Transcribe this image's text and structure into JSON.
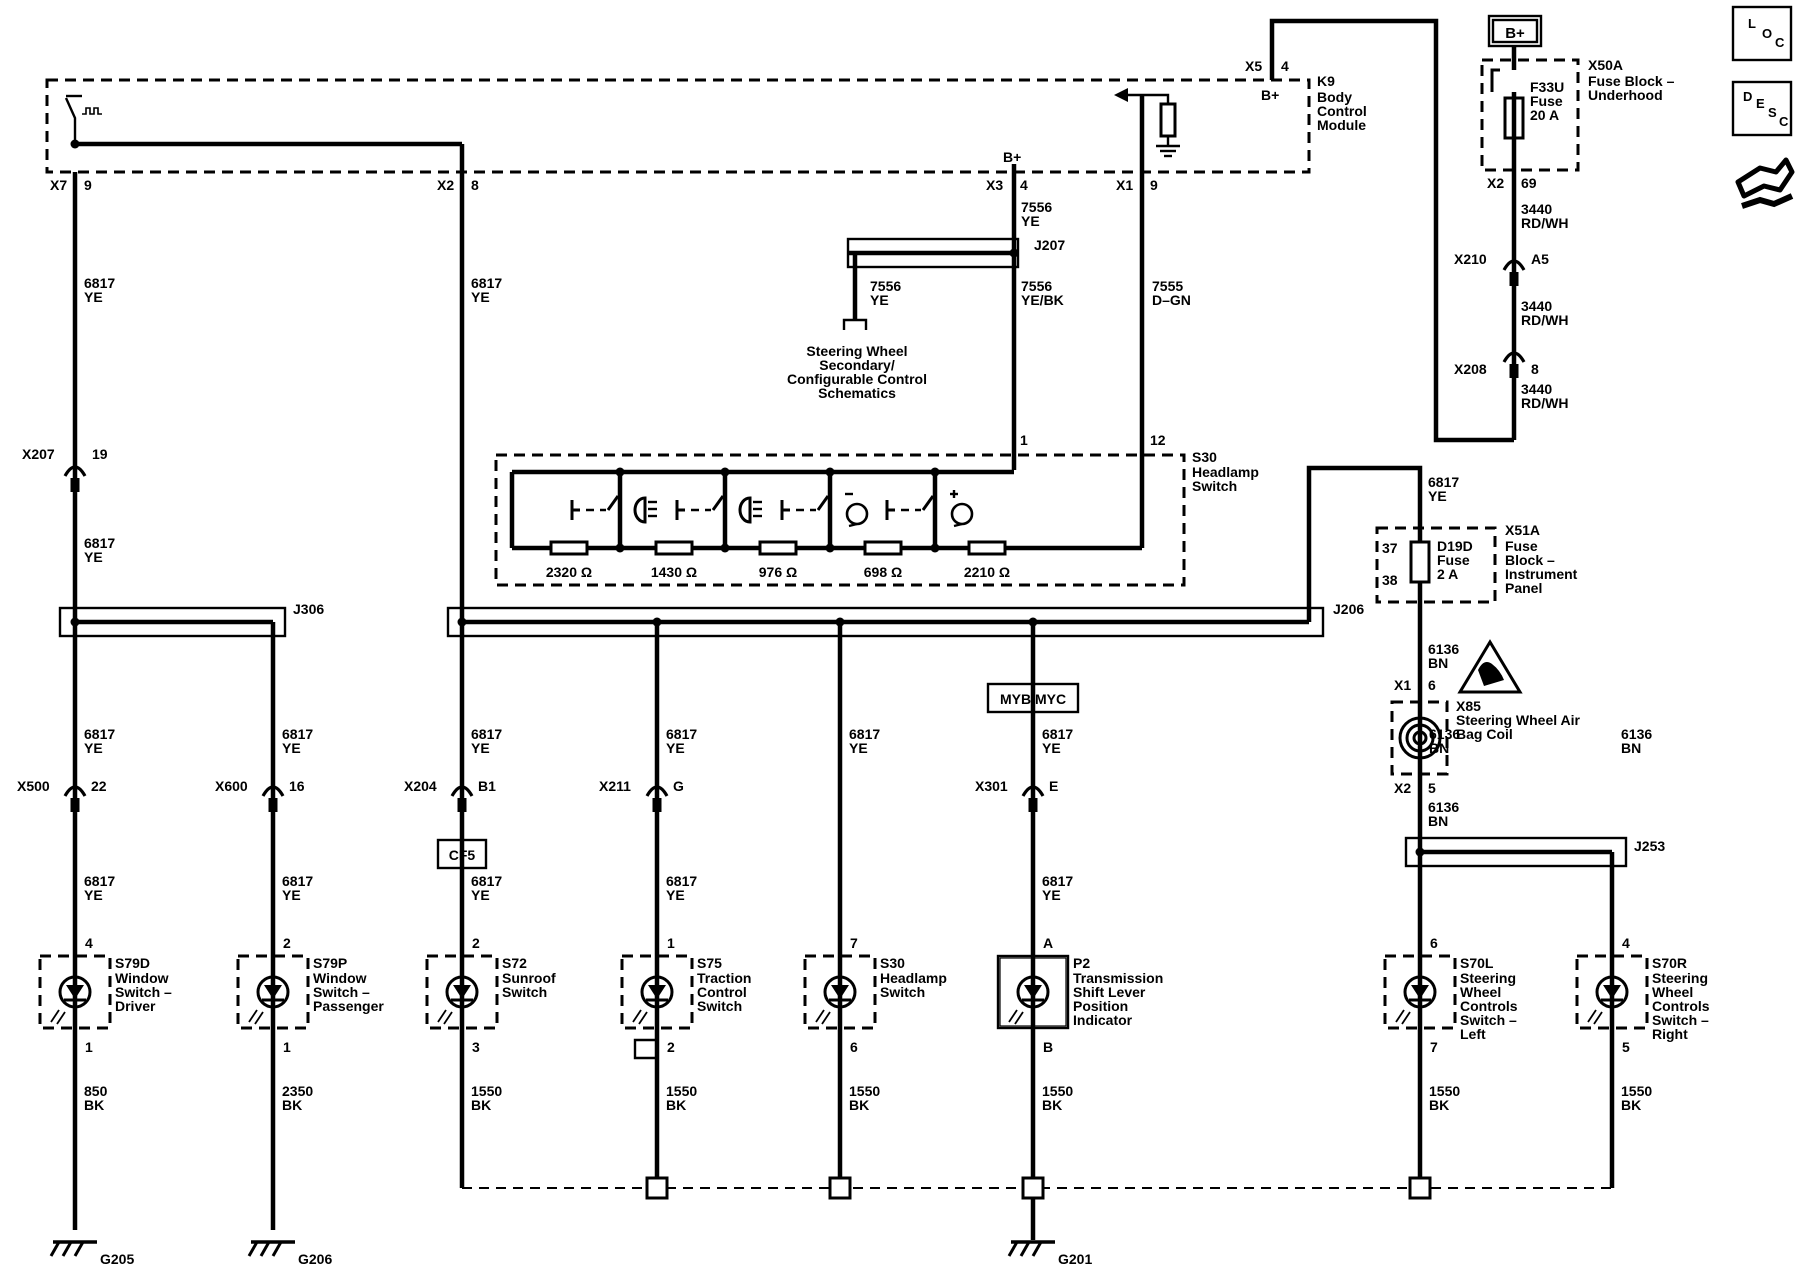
{
  "nav": {
    "loc": [
      "L",
      "O",
      "C"
    ],
    "desc": [
      "D",
      "E",
      "S",
      "C"
    ],
    "wiring_icon": "connector-icon"
  },
  "supply": {
    "bplus": "B+",
    "fuse_block": "X50A",
    "fuse_block_desc": [
      "Fuse Block –",
      "Underhood"
    ],
    "fuse": [
      "F33U",
      "Fuse",
      "20 A"
    ],
    "x2": "X2",
    "x2_pin": "69"
  },
  "module": {
    "ref": "K9",
    "name": [
      "Body",
      "Control",
      "Module"
    ],
    "x5": "X5",
    "x5_pin": "4",
    "bplus": "B+",
    "x7": "X7",
    "x7_pin": "9",
    "x2": "X2",
    "x2_pin": "8",
    "x3": "X3",
    "x3_pin": "4",
    "x3_bplus": "B+",
    "x1": "X1",
    "x1_pin": "9"
  },
  "j207": {
    "ref": "J207",
    "in_wire": [
      "7556",
      "YE"
    ],
    "branch_wire": [
      "7556",
      "YE"
    ],
    "out_wire": [
      "7556",
      "YE/BK"
    ],
    "target": [
      "Steering Wheel",
      "Secondary/",
      "Configurable Control",
      "Schematics"
    ]
  },
  "x1_wire": [
    "7555",
    "D–GN"
  ],
  "headlamp": {
    "ref": "S30",
    "name": [
      "Headlamp",
      "Switch"
    ],
    "pin1": "1",
    "pin12": "12",
    "resistors": [
      "2320 Ω",
      "1430 Ω",
      "976 Ω",
      "698 Ω",
      "2210 Ω"
    ]
  },
  "supply_wires": {
    "w1": [
      "3440",
      "RD/WH"
    ],
    "x210": "X210",
    "x210_pin": "A5",
    "w2": [
      "3440",
      "RD/WH"
    ],
    "x208": "X208",
    "x208_pin": "8",
    "w3": [
      "3440",
      "RD/WH"
    ]
  },
  "x51a": {
    "wire": [
      "6817",
      "YE"
    ],
    "ref": "X51A",
    "desc": [
      "Fuse",
      "Block –",
      "Instrument",
      "Panel"
    ],
    "pin37": "37",
    "pin38": "38",
    "fuse": [
      "D19D",
      "Fuse",
      "2 A"
    ]
  },
  "airbag": {
    "wire": [
      "6136",
      "BN"
    ],
    "x1": "X1",
    "x1_pin": "6",
    "ref": "X85",
    "desc": [
      "Steering Wheel Air",
      "Bag Coil"
    ],
    "x2": "X2",
    "x2_pin": "5",
    "wire_out": [
      "6136",
      "BN"
    ]
  },
  "splices": {
    "j306": "J306",
    "j206": "J206",
    "j253": "J253"
  },
  "left_wires": {
    "x7_wire": [
      "6817",
      "YE"
    ],
    "x207": "X207",
    "x207_pin": "19",
    "x207_wire": [
      "6817",
      "YE"
    ],
    "x2_wire": [
      "6817",
      "YE"
    ]
  },
  "option_label": "MYB/MYC",
  "cf5": "CF5",
  "columns": [
    {
      "wire_top": [
        "6817",
        "YE"
      ],
      "conn": "X500",
      "pin": "22",
      "wire_mid": [
        "6817",
        "YE"
      ],
      "pin_top": "4",
      "ref": "S79D",
      "desc": [
        "Window",
        "Switch –",
        "Driver"
      ],
      "pin_bot": "1",
      "wire_bot": [
        "850",
        "BK"
      ]
    },
    {
      "wire_top": [
        "6817",
        "YE"
      ],
      "conn": "X600",
      "pin": "16",
      "wire_mid": [
        "6817",
        "YE"
      ],
      "pin_top": "2",
      "ref": "S79P",
      "desc": [
        "Window",
        "Switch –",
        "Passenger"
      ],
      "pin_bot": "1",
      "wire_bot": [
        "2350",
        "BK"
      ]
    },
    {
      "wire_top": [
        "6817",
        "YE"
      ],
      "conn": "X204",
      "pin": "B1",
      "wire_mid": [
        "6817",
        "YE"
      ],
      "pin_top": "2",
      "ref": "S72",
      "desc": [
        "Sunroof",
        "Switch"
      ],
      "pin_bot": "3",
      "wire_bot": [
        "1550",
        "BK"
      ]
    },
    {
      "wire_top": [
        "6817",
        "YE"
      ],
      "conn": "X211",
      "pin": "G",
      "wire_mid": [
        "6817",
        "YE"
      ],
      "pin_top": "1",
      "ref": "S75",
      "desc": [
        "Traction",
        "Control",
        "Switch"
      ],
      "pin_bot": "2",
      "wire_bot": [
        "1550",
        "BK"
      ]
    },
    {
      "wire_top": [
        "6817",
        "YE"
      ],
      "pin_top": "7",
      "ref": "S30",
      "desc": [
        "Headlamp",
        "Switch"
      ],
      "pin_bot": "6",
      "wire_bot": [
        "1550",
        "BK"
      ]
    },
    {
      "wire_top": [
        "6817",
        "YE"
      ],
      "conn": "X301",
      "pin": "E",
      "wire_mid": [
        "6817",
        "YE"
      ],
      "pin_top": "A",
      "ref": "P2",
      "desc": [
        "Transmission",
        "Shift Lever",
        "Position",
        "Indicator"
      ],
      "pin_bot": "B",
      "wire_bot": [
        "1550",
        "BK"
      ]
    },
    {
      "wire_top": [
        "6136",
        "BN"
      ],
      "pin_top": "6",
      "ref": "S70L",
      "desc": [
        "Steering",
        "Wheel",
        "Controls",
        "Switch –",
        "Left"
      ],
      "pin_bot": "7",
      "wire_bot": [
        "1550",
        "BK"
      ]
    },
    {
      "wire_top": [
        "6136",
        "BN"
      ],
      "pin_top": "4",
      "ref": "S70R",
      "desc": [
        "Steering",
        "Wheel",
        "Controls",
        "Switch –",
        "Right"
      ],
      "pin_bot": "5",
      "wire_bot": [
        "1550",
        "BK"
      ]
    }
  ],
  "grounds": [
    "G205",
    "G206",
    "G201"
  ]
}
